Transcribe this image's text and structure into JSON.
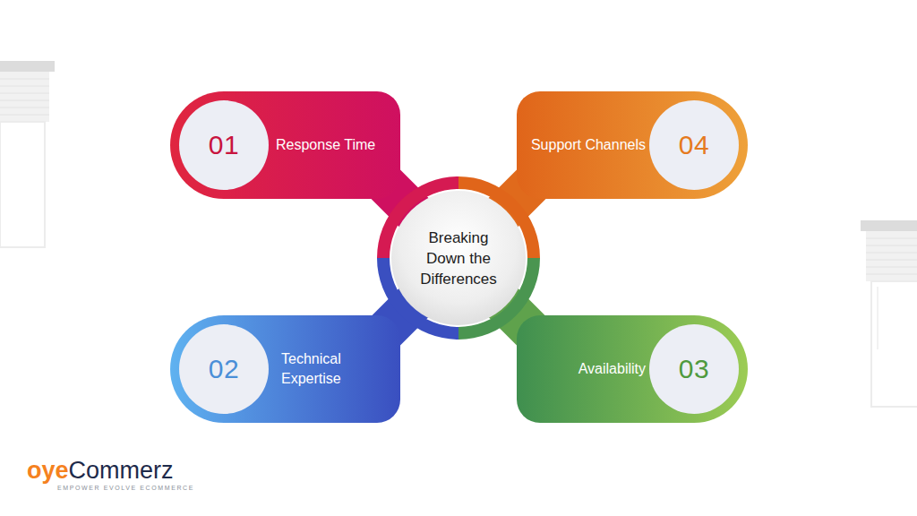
{
  "diagram": {
    "nodes": [
      {
        "text": [
          "Response Time"
        ]
      },
      {
        "text": [
          "01"
        ],
        "in": 0
      },
      {
        "text": [
          "Support Channels"
        ]
      },
      {
        "text": [
          "04"
        ],
        "in": 2
      },
      {
        "text": [
          "Breaking Down the Differences"
        ]
      },
      {
        "text": [
          "Technical Expertise"
        ]
      },
      {
        "text": [
          "02"
        ],
        "in": 5
      },
      {
        "text": [
          "Availability"
        ]
      },
      {
        "text": [
          "03"
        ],
        "in": 7
      }
    ],
    "labels": [
      "oye",
      "Commerz",
      "EMPOWER EVOLVE ECOMMERCE"
    ]
  }
}
